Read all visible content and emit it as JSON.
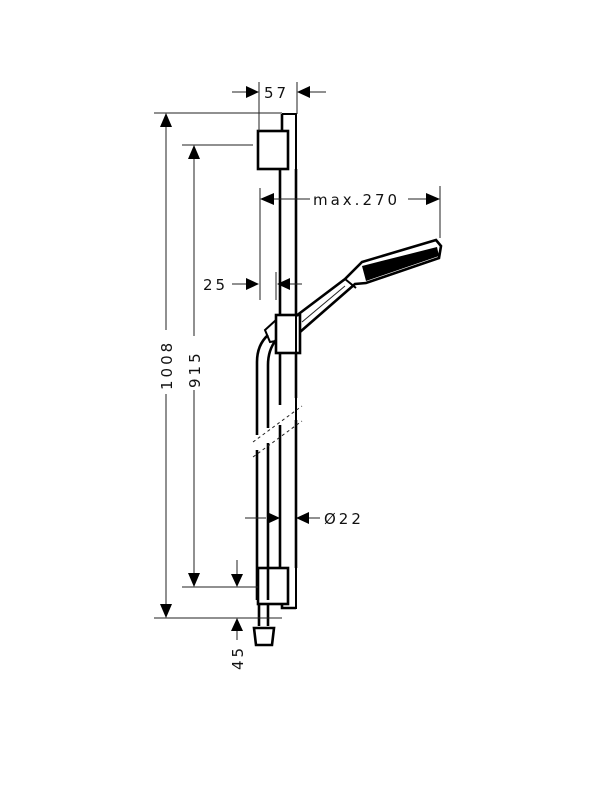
{
  "drawing": {
    "subject": "Shower rail set with hand shower",
    "background": "#ffffff",
    "line_color": "#000000"
  },
  "dimensions": {
    "rail_width": "57",
    "max_reach": "max.270",
    "rail_offset": "25",
    "total_height": "1008",
    "bracket_spacing": "915",
    "rail_diameter": "Ø22",
    "bottom_offset": "45"
  }
}
